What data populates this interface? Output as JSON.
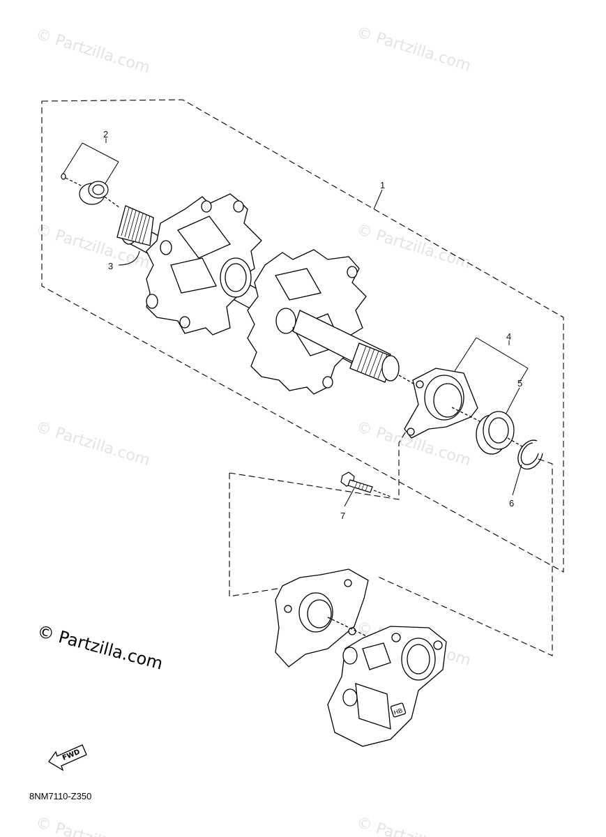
{
  "watermark": "© Partzilla.com",
  "logo_text": "© Partzilla.com",
  "diagram_code": "8NM7110-Z350",
  "fwd_label": "FWD",
  "callouts": {
    "c1": "1",
    "c2": "2",
    "c3": "3",
    "c4": "4",
    "c5": "5",
    "c6": "6",
    "c7": "7"
  },
  "caliper_badge": "HB"
}
